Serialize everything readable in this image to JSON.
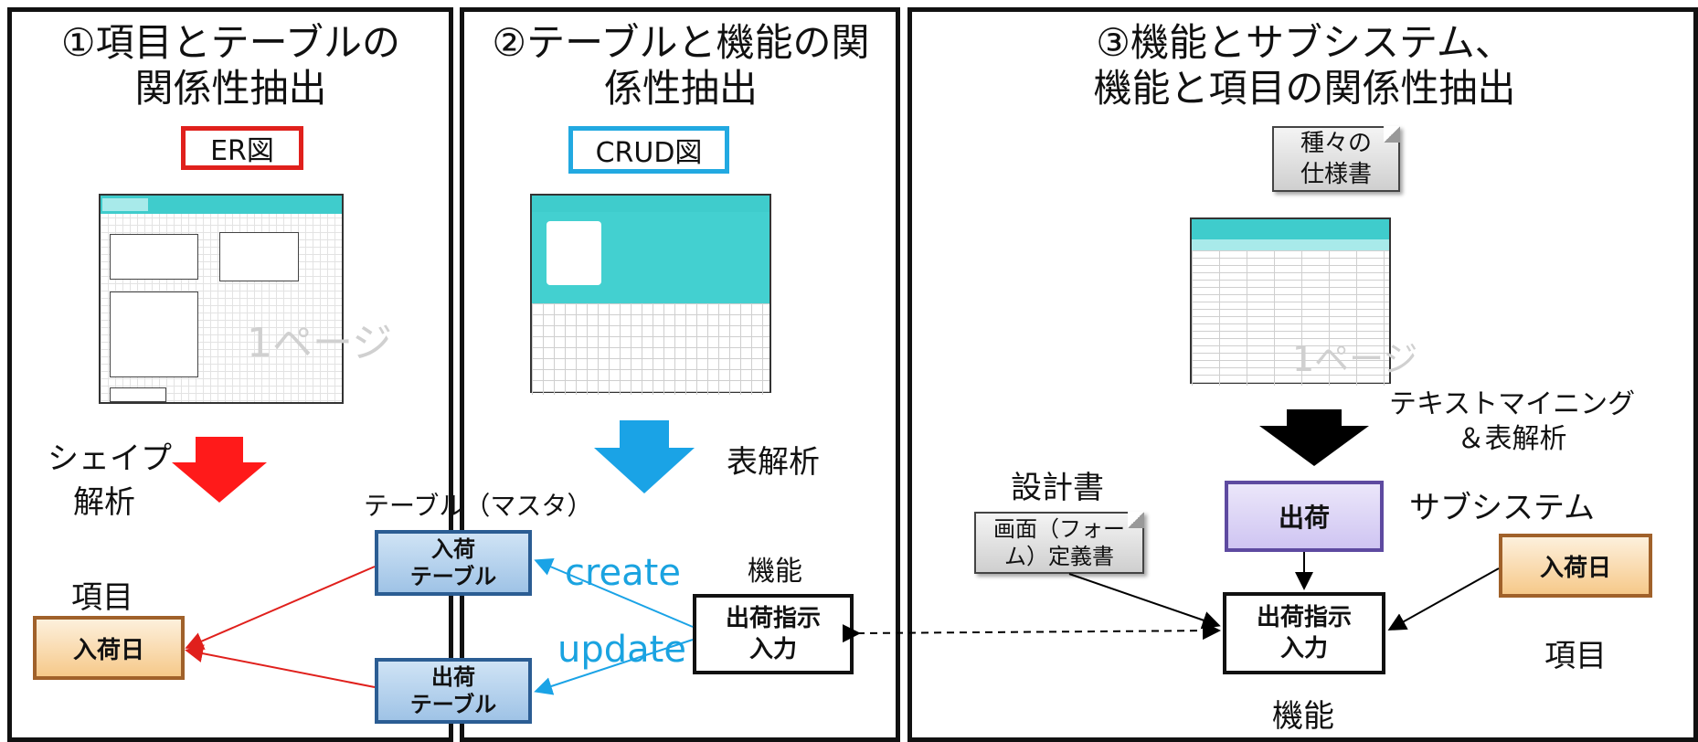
{
  "panel1": {
    "title_line1": "①項目とテーブルの",
    "title_line2": "関係性抽出",
    "legend": "ER図",
    "method_line1": "シェイプ",
    "method_line2": "解析",
    "item_label": "項目",
    "item_box": "入荷日"
  },
  "panel2": {
    "title_line1": "②テーブルと機能の関",
    "title_line2": "係性抽出",
    "legend": "CRUD図",
    "method": "表解析",
    "table_label": "テーブル（マスタ）",
    "table1_line1": "入荷",
    "table1_line2": "テーブル",
    "table2_line1": "出荷",
    "table2_line2": "テーブル",
    "func_label": "機能",
    "func_line1": "出荷指示",
    "func_line2": "入力",
    "op_create": "create",
    "op_update": "update"
  },
  "panel3": {
    "title_line1": "③機能とサブシステム、",
    "title_line2": "機能と項目の関係性抽出",
    "doc_line1": "種々の",
    "doc_line2": "仕様書",
    "method_line1": "テキストマイニング",
    "method_line2": "＆表解析",
    "design_label": "設計書",
    "screen_doc_line1": "画面（フォー",
    "screen_doc_line2": "ム）定義書",
    "subsystem_box": "出荷",
    "subsystem_label": "サブシステム",
    "func_line1": "出荷指示",
    "func_line2": "入力",
    "func_label": "機能",
    "item_box": "入荷日",
    "item_label": "項目"
  },
  "thumbnails": {
    "er_page": "1ページ",
    "spec_page": "1ページ"
  },
  "colors": {
    "er_border": "#e0201c",
    "crud_border": "#22a9e1",
    "red_arrow": "#ff1a1a",
    "blue_arrow": "#1aa3e6",
    "black_arrow": "#000000",
    "teal_header": "#3fcccc"
  }
}
